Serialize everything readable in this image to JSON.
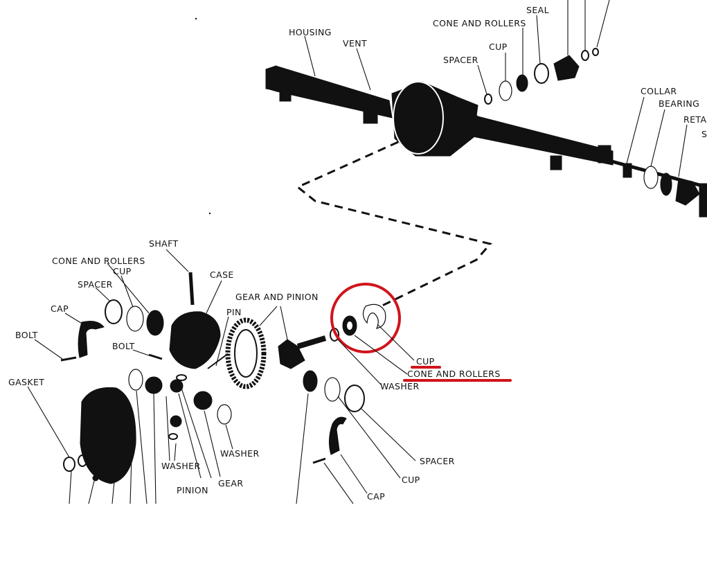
{
  "housing_labels": {
    "seal": "SEAL",
    "cone_and_rollers": "CONE AND ROLLERS",
    "housing": "HOUSING",
    "vent": "VENT",
    "cup": "CUP",
    "spacer": "SPACER",
    "collar": "COLLAR",
    "bearing": "BEARING",
    "retainer_partial": "RETA",
    "s_partial": "S"
  },
  "differential_labels": {
    "shaft": "SHAFT",
    "cone_and_rollers": "CONE AND ROLLERS",
    "cup": "CUP",
    "spacer": "SPACER",
    "case": "CASE",
    "gear_and_pinion": "GEAR AND PINION",
    "pin": "PIN",
    "cap": "CAP",
    "bolt_left": "BOLT",
    "bolt_case": "BOLT",
    "gasket": "GASKET",
    "washer_lower": "WASHER",
    "washer_gear": "WASHER",
    "pinion": "PINION",
    "gear": "GEAR"
  },
  "pinion_labels": {
    "cup_highlighted": "CUP",
    "cone_and_rollers_highlighted": "CONE AND ROLLERS",
    "washer": "WASHER",
    "spacer": "SPACER",
    "cup": "CUP",
    "cap": "CAP"
  },
  "annotation_colors": {
    "highlight": "#d0141b",
    "ink": "#111111"
  }
}
